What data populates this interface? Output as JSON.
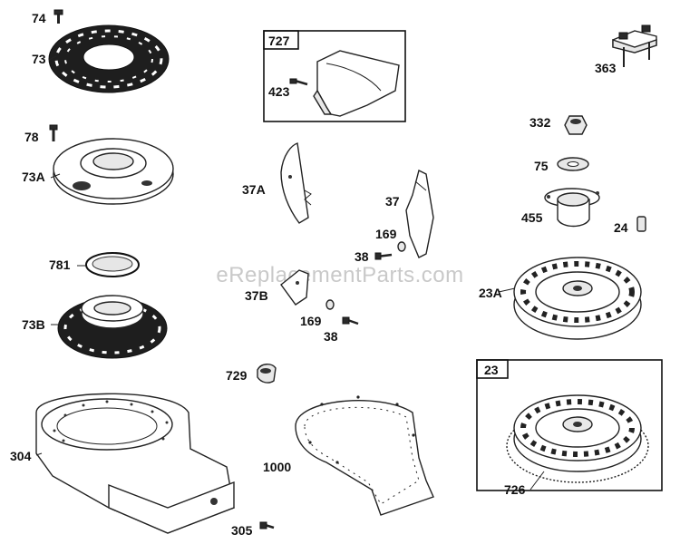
{
  "watermark": "eReplacementParts.com",
  "frames": {
    "f727": "727",
    "f23": "23"
  },
  "labels": {
    "l74": "74",
    "l73": "73",
    "l78": "78",
    "l73a": "73A",
    "l781": "781",
    "l73b": "73B",
    "l304": "304",
    "l423": "423",
    "l37a": "37A",
    "l37": "37",
    "l169a": "169",
    "l38a": "38",
    "l37b": "37B",
    "l169b": "169",
    "l38b": "38",
    "l729": "729",
    "l1000": "1000",
    "l305": "305",
    "l363": "363",
    "l332": "332",
    "l75": "75",
    "l455": "455",
    "l24": "24",
    "l23a": "23A",
    "l726": "726"
  }
}
